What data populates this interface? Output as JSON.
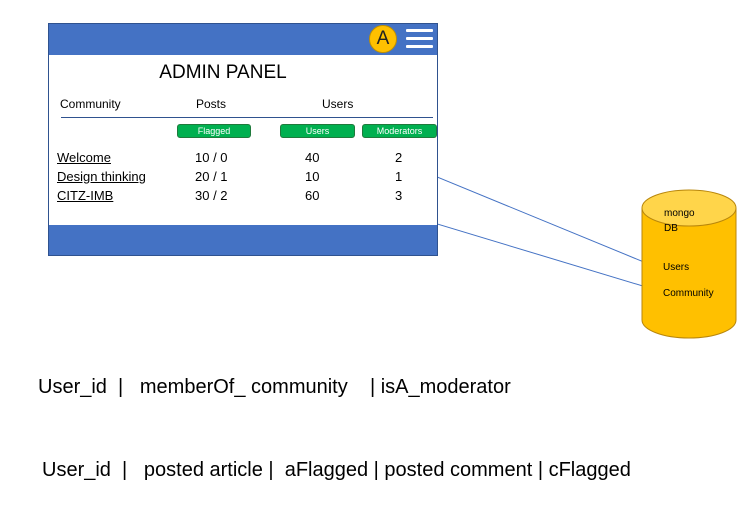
{
  "panel": {
    "avatar_letter": "A",
    "title": "ADMIN PANEL",
    "headers": {
      "community": "Community",
      "posts": "Posts",
      "users": "Users"
    },
    "pills": {
      "flagged": "Flagged",
      "users": "Users",
      "moderators": "Moderators"
    },
    "rows": [
      {
        "community": "Welcome",
        "posts": "10 / 0",
        "users": "40",
        "moderators": "2"
      },
      {
        "community": "Design thinking",
        "posts": "20 / 1",
        "users": "10",
        "moderators": "1"
      },
      {
        "community": "CITZ-IMB",
        "posts": "30 / 2",
        "users": "60",
        "moderators": "3"
      }
    ]
  },
  "database": {
    "name_line1": "mongo",
    "name_line2": "DB",
    "collections": [
      "Users",
      "Community"
    ]
  },
  "schema": {
    "line1": "User_id  |   memberOf_ community    | isA_moderator",
    "line2": "User_id  |   posted article |  aFlagged | posted comment | cFlagged"
  },
  "colors": {
    "bar": "#4472c4",
    "avatar": "#ffc000",
    "pill": "#00b050",
    "cylinder": "#ffc000",
    "connector": "#4472c4"
  }
}
